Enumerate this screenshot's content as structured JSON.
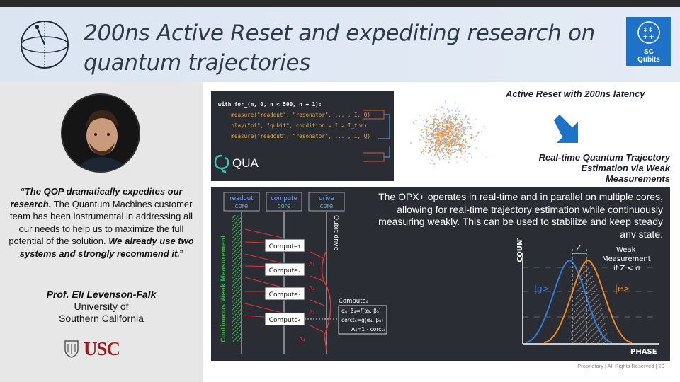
{
  "slide": {
    "title": "200ns Active Reset and expediting research on quantum trajectories",
    "badge": {
      "line1": "SC",
      "line2": "Qubits",
      "icon": "qubit-chip-icon"
    },
    "globe_icon": "bloch-sphere-icon"
  },
  "testimonial": {
    "quote_bold1": "“The QOP dramatically expedites our research.",
    "quote_plain": " The Quantum Machines customer team has been instrumental in addressing all our needs to help us to maximize the full potential of the solution. ",
    "quote_bold2": "We already use two systems and strongly recommend it.",
    "quote_end": "”",
    "name": "Prof. Eli Levenson-Falk",
    "affiliation_line1": "University of",
    "affiliation_line2": "Southern California",
    "logo_text": "USC"
  },
  "code": {
    "lines": [
      "with for_(n, 0, n < 500, n + 1):",
      "measure(\"readout\", \"resonator\", ... , I, Q)",
      "play(\"pi\", \"qubit\", condition = I > I_thr)",
      "measure(\"readout\", \"resonator\", ... , I, Q)"
    ],
    "logo_text": "QUA"
  },
  "callouts": {
    "active_reset": "Active Reset with 200ns latency",
    "trajectory": "Real-time Quantum Trajectory Estimation via Weak Measurements"
  },
  "description": "The OPX+ operates in real-time and in parallel on multiple cores, allowing for real-time trajectory estimation while continuously measuring weakly. This can be used to stabilize and keep steady any state.",
  "diagram": {
    "cores": [
      "readout core",
      "compute core",
      "drive core"
    ],
    "side_label": "Continuous Weak Measurement",
    "drive_label": "Qubit drive",
    "compute_boxes": [
      "Compute₁",
      "Compute₂",
      "Compute₃",
      "Compute₄"
    ],
    "actions": [
      "A₁",
      "A₂",
      "A₃",
      "A₄"
    ],
    "detail": {
      "title": "Compute₄",
      "lines": [
        "α₄, β₄=f(α₃, β₃)",
        "corct₄=g(α₄, β₄)",
        "A₄=1 - corct₄"
      ]
    }
  },
  "distribution_plot": {
    "ylabel": "COUNTS",
    "xlabel": "PHASE",
    "z_label": "Z",
    "weak_label_line1": "Weak",
    "weak_label_line2": "Measurement",
    "weak_label_line3": "if  Z < σ",
    "state_g": "|g>",
    "state_e": "|e>",
    "colors": {
      "g": "#2f7fd8",
      "e": "#f08a24"
    }
  },
  "footer": "Proprietary | All Rights Reserved  |  29"
}
